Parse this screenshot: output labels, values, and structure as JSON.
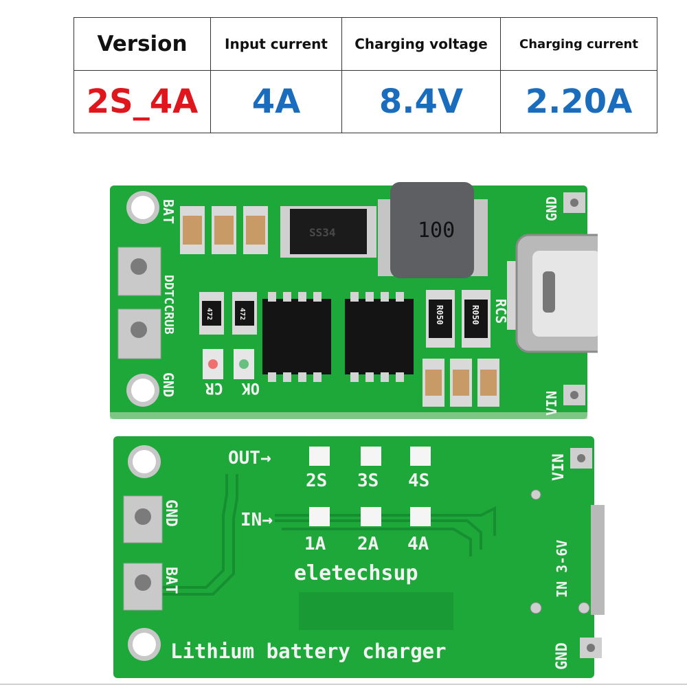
{
  "table": {
    "headers": [
      "Version",
      "Input current",
      "Charging voltage",
      "Charging current"
    ],
    "values": [
      "2S_4A",
      "4A",
      "8.4V",
      "2.20A"
    ],
    "colors": {
      "version_value": "#e0161d",
      "spec_value": "#1a6dbd"
    }
  },
  "top_board": {
    "pcb_color": "#1ea83a",
    "labels": {
      "bat": "BAT",
      "gnd_left": "GND",
      "gnd_right": "GND",
      "vin": "VIN",
      "ddtccrub": "DDTCCRUB",
      "rcs": "RCS",
      "cr": "CR",
      "ok": "OK"
    },
    "components": {
      "inductor": "100",
      "diode": "SS34",
      "resistor_a": "472",
      "resistor_b": "472",
      "sense_a": "R050",
      "sense_b": "R050"
    }
  },
  "bottom_board": {
    "pcb_color": "#1ea83a",
    "labels": {
      "out": "OUT→",
      "in": "IN→",
      "out_options": [
        "2S",
        "3S",
        "4S"
      ],
      "in_options": [
        "1A",
        "2A",
        "4A"
      ],
      "brand": "eletechsup",
      "title": "Lithium battery charger",
      "gnd_left": "GND",
      "bat": "BAT",
      "vin": "VIN",
      "in_range": "IN 3-6V",
      "gnd_right": "GND"
    }
  }
}
